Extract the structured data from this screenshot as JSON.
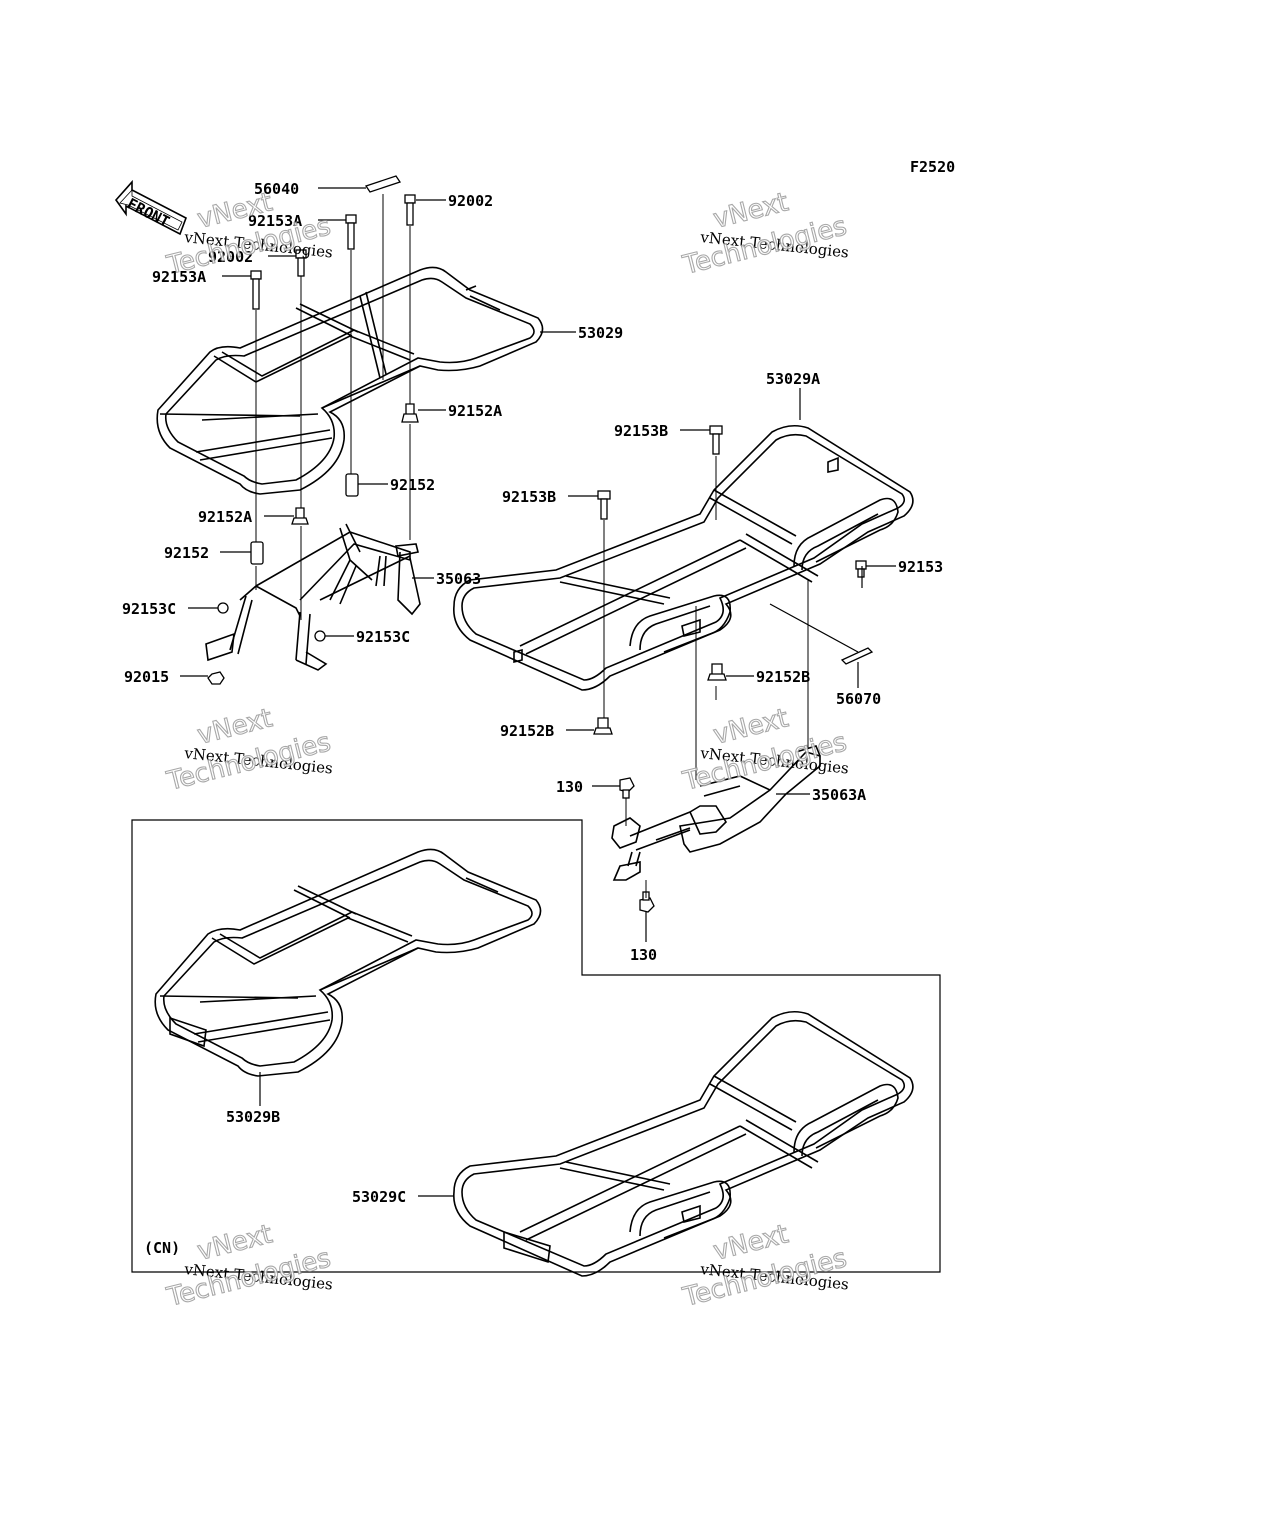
{
  "diagram_code": "F2520",
  "front_label": "FRONT",
  "variant_label": "(CN)",
  "watermark": {
    "line1": "vNext Technologies",
    "line2": "vNext",
    "line3": "Technologies"
  },
  "parts": [
    {
      "id": "56040",
      "label": "56040"
    },
    {
      "id": "92002-top",
      "label": "92002"
    },
    {
      "id": "92153A-1",
      "label": "92153A"
    },
    {
      "id": "92002-left",
      "label": "92002"
    },
    {
      "id": "92153A-2",
      "label": "92153A"
    },
    {
      "id": "53029",
      "label": "53029"
    },
    {
      "id": "92152A-1",
      "label": "92152A"
    },
    {
      "id": "92152-1",
      "label": "92152"
    },
    {
      "id": "92152A-2",
      "label": "92152A"
    },
    {
      "id": "92152-2",
      "label": "92152"
    },
    {
      "id": "35063",
      "label": "35063"
    },
    {
      "id": "92153C-1",
      "label": "92153C"
    },
    {
      "id": "92153C-2",
      "label": "92153C"
    },
    {
      "id": "92015",
      "label": "92015"
    },
    {
      "id": "53029A",
      "label": "53029A"
    },
    {
      "id": "92153B-1",
      "label": "92153B"
    },
    {
      "id": "92153B-2",
      "label": "92153B"
    },
    {
      "id": "92153",
      "label": "92153"
    },
    {
      "id": "92152B-1",
      "label": "92152B"
    },
    {
      "id": "56070",
      "label": "56070"
    },
    {
      "id": "92152B-2",
      "label": "92152B"
    },
    {
      "id": "130-1",
      "label": "130"
    },
    {
      "id": "35063A",
      "label": "35063A"
    },
    {
      "id": "130-2",
      "label": "130"
    },
    {
      "id": "53029B",
      "label": "53029B"
    },
    {
      "id": "53029C",
      "label": "53029C"
    }
  ]
}
